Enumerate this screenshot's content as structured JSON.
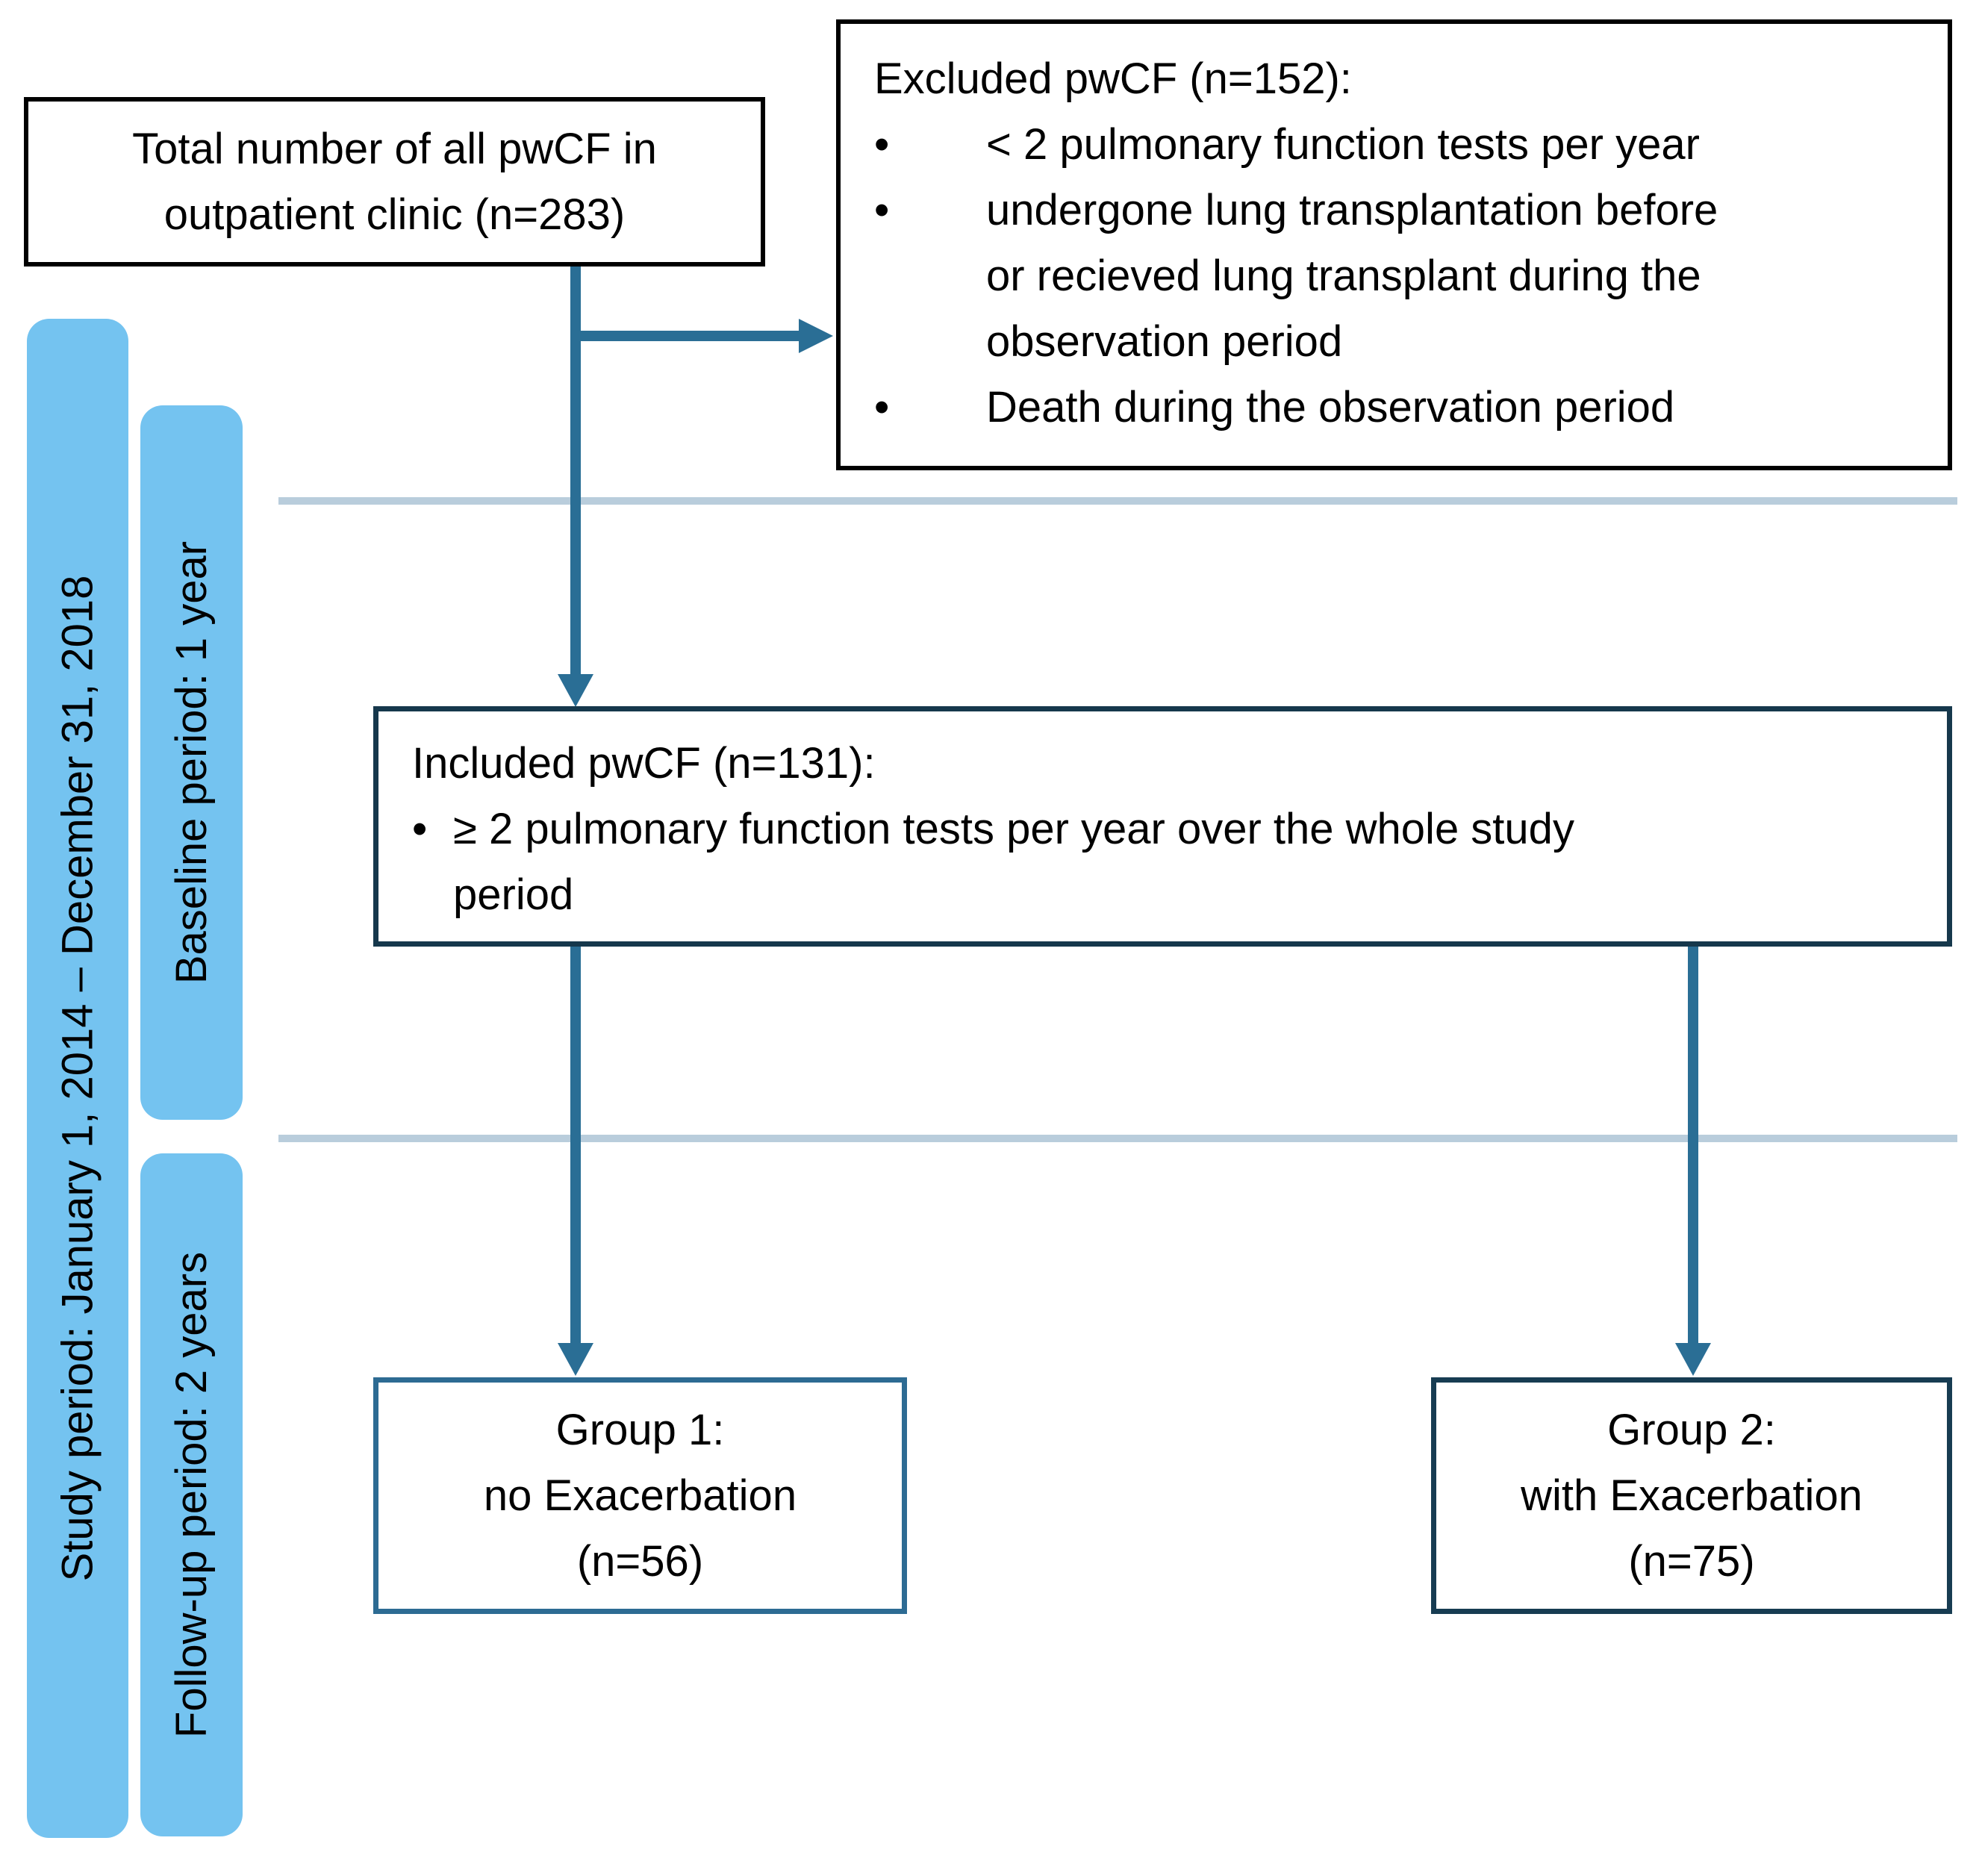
{
  "figure": {
    "type": "study-flow-diagram",
    "bullet_char": "•"
  },
  "colors": {
    "arrow": "#2a6e95",
    "divider_line": "#b9cddc",
    "period_bar_fill": "#74c3f0",
    "outer_box_border": "#000000",
    "included_box_border": "#16384c",
    "group1_box_border": "#2d6b93",
    "group2_box_border": "#173c52",
    "text": "#000000"
  },
  "period_bars": {
    "study": {
      "label": "Study period: January 1, 2014 – December 31, 2018"
    },
    "baseline": {
      "label": "Baseline period: 1 year"
    },
    "followup": {
      "label": "Follow-up period: 2 years"
    }
  },
  "boxes": {
    "total": {
      "lines": [
        "Total number of all pwCF in",
        "outpatient clinic (n=283)"
      ]
    },
    "excluded": {
      "title": "Excluded pwCF (n=152):",
      "bullets": [
        {
          "lines": [
            "< 2 pulmonary function tests per year"
          ]
        },
        {
          "lines": [
            "undergone lung transplantation before",
            "or recieved lung transplant during the",
            "observation period"
          ]
        },
        {
          "lines": [
            "Death during the observation period"
          ]
        }
      ]
    },
    "included": {
      "title": "Included pwCF (n=131):",
      "bullets": [
        {
          "lines": [
            "≥ 2 pulmonary function tests per year over the whole study",
            "period"
          ]
        }
      ]
    },
    "group1": {
      "lines": [
        "Group 1:",
        "no Exacerbation",
        "(n=56)"
      ]
    },
    "group2": {
      "lines": [
        "Group 2:",
        "with Exacerbation",
        "(n=75)"
      ]
    }
  }
}
